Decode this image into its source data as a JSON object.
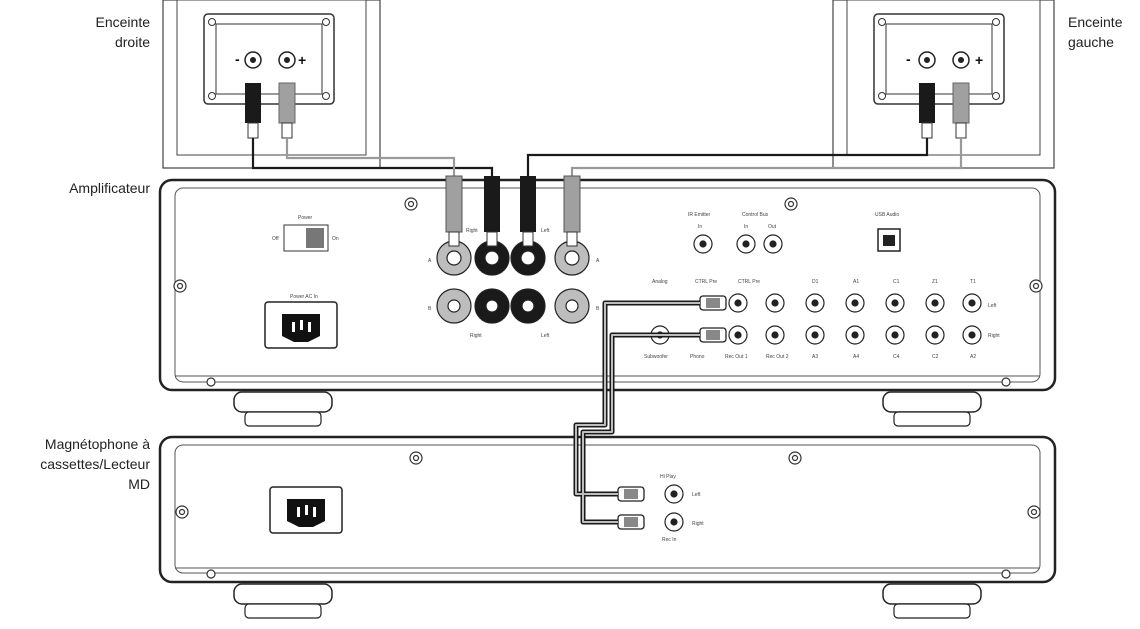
{
  "labels": {
    "right_speaker": [
      "Enceinte",
      "droite"
    ],
    "left_speaker": [
      "Enceinte",
      "gauche"
    ],
    "amplifier": "Amplificateur",
    "recorder": [
      "Magnétophone à",
      "cassettes/Lecteur",
      "MD"
    ]
  },
  "amp_panel": {
    "power": "Power",
    "on": "On",
    "off": "Off",
    "power_in": "Power AC In",
    "ir_emitter": "IR Emitter",
    "control_bus": "Control Bus",
    "in": "In",
    "out": "Out",
    "usb_audio": "USB Audio",
    "right": "Right",
    "left": "Left",
    "a": "A",
    "b": "B",
    "plus": "+",
    "minus": "–",
    "analog_cols": [
      "Analog",
      "CTRL Pre",
      "CTRL Pre",
      "D1",
      "A1",
      "C1",
      "Z1",
      "T1"
    ],
    "analog_bottom": [
      "Phono",
      "Rec Out 1",
      "Rec Out 2",
      "A3",
      "A4",
      "C4",
      "C2",
      "A2"
    ],
    "subwoofer": "Subwoofer",
    "row_left": "Left",
    "row_right": "Right"
  },
  "recorder_panel": {
    "rec_play": "Hi Play",
    "left": "Left",
    "right": "Right",
    "rec_in": "Rec In"
  },
  "colors": {
    "black_cable": "#1a1a1a",
    "grey_cable": "#9a9a9a",
    "outline": "#333333"
  }
}
